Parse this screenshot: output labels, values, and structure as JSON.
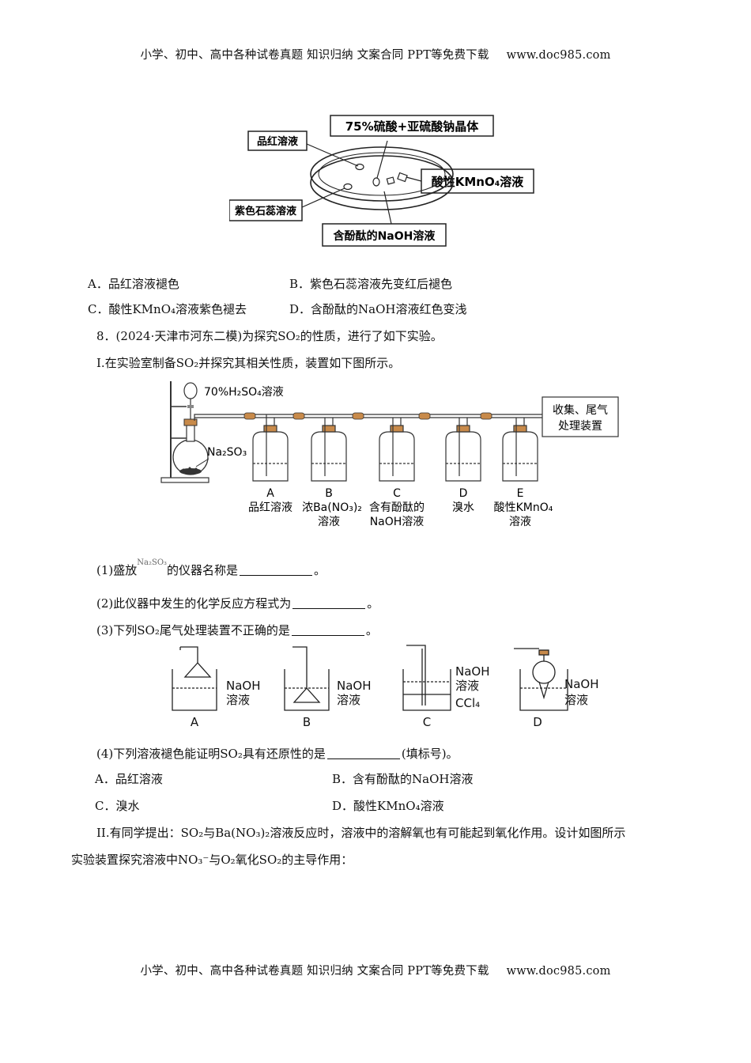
{
  "header": {
    "left": "小学、初中、高中各种试卷真题 知识归纳 文案合同 PPT等免费下载",
    "right": "www.doc985.com"
  },
  "footer": {
    "left": "小学、初中、高中各种试卷真题 知识归纳 文案合同 PPT等免费下载",
    "right": "www.doc985.com"
  },
  "fig1": {
    "top_label": "75%硫酸+亚硫酸钠晶体",
    "pinhong": "品红溶液",
    "shirui": "紫色石蕊溶液",
    "kmno4": "酸性KMnO₄溶液",
    "naoh": "含酚酞的NaOH溶液"
  },
  "q7_options": {
    "A": "A．品红溶液褪色",
    "B": "B．紫色石蕊溶液先变红后褪色",
    "C": "C．酸性KMnO₄溶液紫色褪去",
    "D": "D．含酚酞的NaOH溶液红色变浅"
  },
  "q8": {
    "stem": "8．(2024·天津市河东二模)为探究SO₂的性质，进行了如下实验。",
    "part1": "I.在实验室制备SO₂并探究其相关性质，装置如下图所示。",
    "q1_pre": "(1)盛放",
    "q1_formula": "Na₂SO₃",
    "q1_post": "的仪器名称是",
    "q1_end": "。",
    "q2": "(2)此仪器中发生的化学反应方程式为",
    "q2_end": "。",
    "q3": "(3)下列SO₂尾气处理装置不正确的是",
    "q3_end": "。",
    "q4": "(4)下列溶液褪色能证明SO₂具有还原性的是",
    "q4_end": "(填标号)。",
    "q4_options": {
      "A": "A．品红溶液",
      "B": "B．含有酚酞的NaOH溶液",
      "C": "C．溴水",
      "D": "D．酸性KMnO₄溶液"
    },
    "part2_line1": "II.有同学提出：SO₂与Ba(NO₃)₂溶液反应时，溶液中的溶解氧也有可能起到氧化作用。设计如图所示",
    "part2_line2": "实验装置探究溶液中NO₃⁻与O₂氧化SO₂的主导作用："
  },
  "fig2": {
    "acid": "70%H₂SO₄溶液",
    "salt": "Na₂SO₃",
    "collect_1": "收集、尾气",
    "collect_2": "处理装置",
    "A_letter": "A",
    "A_name": "品红溶液",
    "B_letter": "B",
    "B_name1": "浓Ba(NO₃)₂",
    "B_name2": "溶液",
    "C_letter": "C",
    "C_name1": "含有酚酞的",
    "C_name2": "NaOH溶液",
    "D_letter": "D",
    "D_name": "溴水",
    "E_letter": "E",
    "E_name1": "酸性KMnO₄",
    "E_name2": "溶液"
  },
  "fig3": {
    "naoh": "NaOH",
    "rongye": "溶液",
    "ccl4": "CCl₄",
    "A": "A",
    "B": "B",
    "C": "C",
    "D": "D"
  }
}
